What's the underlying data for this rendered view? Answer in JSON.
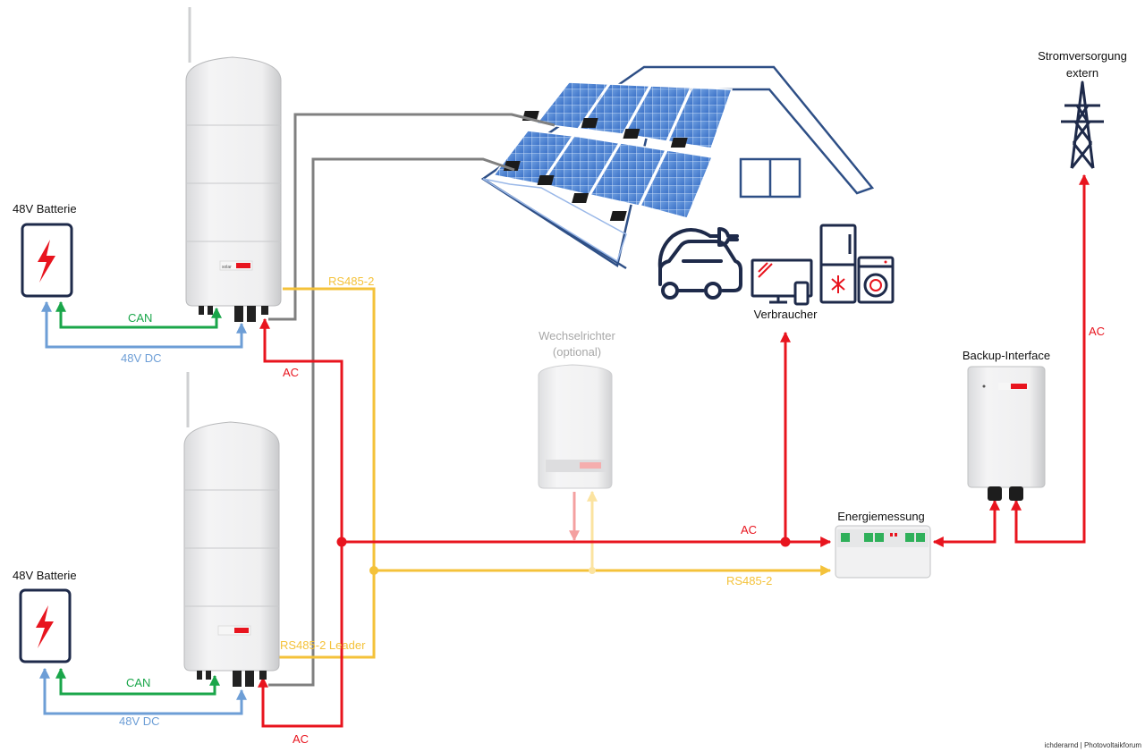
{
  "labels": {
    "battery_top": "48V Batterie",
    "battery_bottom": "48V Batterie",
    "can_top": "CAN",
    "can_bottom": "CAN",
    "dc_top": "48V DC",
    "dc_bottom": "48V DC",
    "ac_top": "AC",
    "ac_bottom": "AC",
    "ac_main": "AC",
    "ac_grid": "AC",
    "rs485_top": "RS485-2",
    "rs485_leader": "RS485-2 Leader",
    "rs485_main": "RS485-2",
    "inverter_optional_line1": "Wechselrichter",
    "inverter_optional_line2": "(optional)",
    "consumers": "Verbraucher",
    "energy_meter": "Energiemessung",
    "backup_interface": "Backup-Interface",
    "grid_line1": "Stromversorgung",
    "grid_line2": "extern",
    "credit": "ichderarnd | Photovoltaikforum",
    "brand": "solar"
  },
  "colors": {
    "ac": "#e8141e",
    "ac_optional": "#f4a0a0",
    "can": "#1aa64a",
    "dc": "#6d9ed6",
    "rs485": "#f4c23a",
    "rs485_optional": "#fbe3a0",
    "pv_string": "#808080",
    "icon_outline": "#1e2a4a"
  },
  "icons": [
    "battery-icon",
    "car-charger-icon",
    "tv-icon",
    "fridge-icon",
    "washer-icon",
    "transmission-tower-icon",
    "house-roof-icon",
    "solar-panel-icon"
  ]
}
